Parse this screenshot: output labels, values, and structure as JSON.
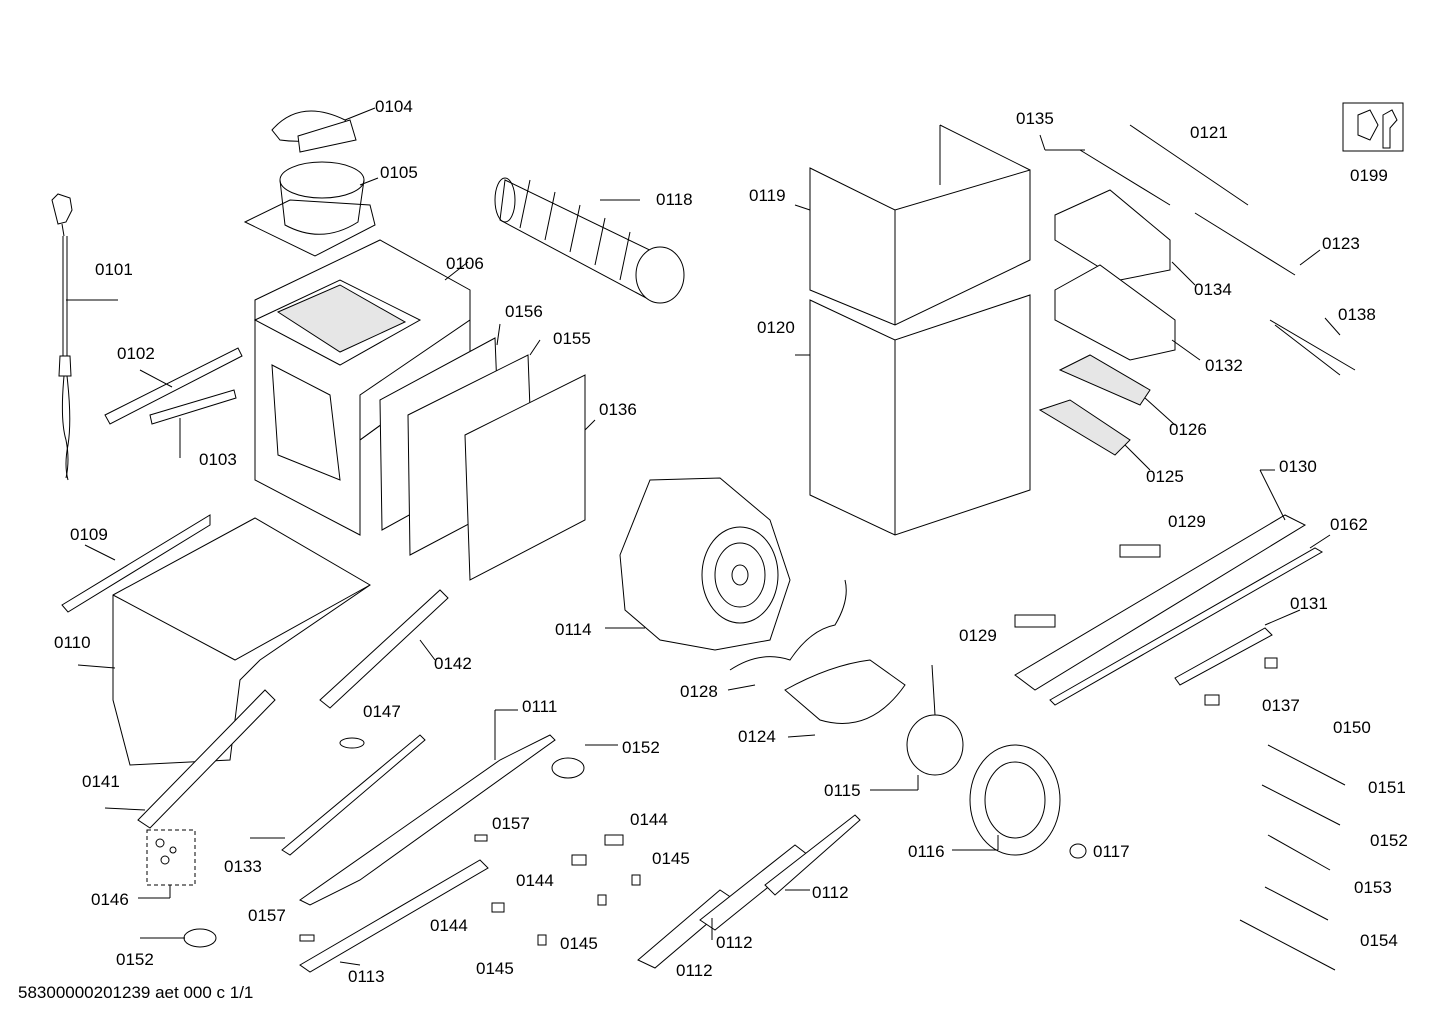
{
  "labels": {
    "p0101": "0101",
    "p0102": "0102",
    "p0103": "0103",
    "p0104": "0104",
    "p0105": "0105",
    "p0106": "0106",
    "p0109": "0109",
    "p0110": "0110",
    "p0111": "0111",
    "p0112a": "0112",
    "p0112b": "0112",
    "p0112c": "0112",
    "p0113": "0113",
    "p0114": "0114",
    "p0115": "0115",
    "p0116": "0116",
    "p0117": "0117",
    "p0118": "0118",
    "p0119": "0119",
    "p0120": "0120",
    "p0121": "0121",
    "p0123": "0123",
    "p0124": "0124",
    "p0125": "0125",
    "p0126": "0126",
    "p0128": "0128",
    "p0129a": "0129",
    "p0129b": "0129",
    "p0130": "0130",
    "p0131": "0131",
    "p0132": "0132",
    "p0133": "0133",
    "p0134": "0134",
    "p0135": "0135",
    "p0136": "0136",
    "p0137": "0137",
    "p0138": "0138",
    "p0141": "0141",
    "p0142": "0142",
    "p0144a": "0144",
    "p0144b": "0144",
    "p0144c": "0144",
    "p0145a": "0145",
    "p0145b": "0145",
    "p0145c": "0145",
    "p0146": "0146",
    "p0147": "0147",
    "p0150": "0150",
    "p0151": "0151",
    "p0152a": "0152",
    "p0152b": "0152",
    "p0152c": "0152",
    "p0153": "0153",
    "p0154": "0154",
    "p0155": "0155",
    "p0156": "0156",
    "p0157a": "0157",
    "p0157b": "0157",
    "p0162": "0162",
    "p0199": "0199"
  },
  "footer": "58300000201239 aet 000 c 1/1",
  "icons": {
    "service": "wrench-nut-icon"
  }
}
